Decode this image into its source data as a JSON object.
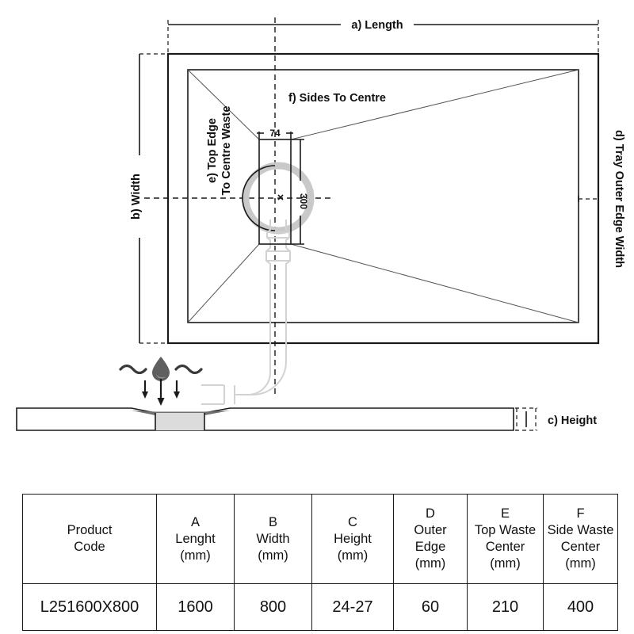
{
  "diagram": {
    "title_labels": {
      "length": "a) Length",
      "width": "b) Width",
      "height": "c) Height",
      "tray_outer_edge_width": "d) Tray Outer Edge Width",
      "top_edge_to_centre_waste_line1": "e) Top Edge",
      "top_edge_to_centre_waste_line2": "To Centre Waste",
      "sides_to_centre": "f) Sides To Centre"
    },
    "dimensions": {
      "waste_width": "74",
      "waste_height": "300"
    },
    "icons": {
      "water_droplet": "droplet-icon",
      "water_waves": "water-waves-icon",
      "flow_arrows": "down-arrow-icon",
      "waste_trap_pipe": "drain-pipe-icon",
      "centre_marker": "centre-cross-marker"
    },
    "colors": {
      "line": "#1a1a1a",
      "thin_line": "#555555",
      "pipe": "#d2d2d2",
      "ring": "#c9c9c9",
      "droplet": "#5f5f5f"
    }
  },
  "table": {
    "headers": [
      {
        "letter": "",
        "name": "Product",
        "name2": "Code",
        "unit": ""
      },
      {
        "letter": "A",
        "name": "Lenght",
        "name2": "",
        "unit": "(mm)"
      },
      {
        "letter": "B",
        "name": "Width",
        "name2": "",
        "unit": "(mm)"
      },
      {
        "letter": "C",
        "name": "Height",
        "name2": "",
        "unit": "(mm)"
      },
      {
        "letter": "D",
        "name": "Outer",
        "name2": "Edge",
        "unit": "(mm)"
      },
      {
        "letter": "E",
        "name": "Top Waste",
        "name2": "Center",
        "unit": "(mm)"
      },
      {
        "letter": "F",
        "name": "Side Waste",
        "name2": "Center",
        "unit": "(mm)"
      }
    ],
    "rows": [
      {
        "product_code": "L251600X800",
        "length": "1600",
        "width": "800",
        "height": "24-27",
        "outer_edge": "60",
        "top_waste_center": "210",
        "side_waste_center": "400"
      }
    ]
  }
}
